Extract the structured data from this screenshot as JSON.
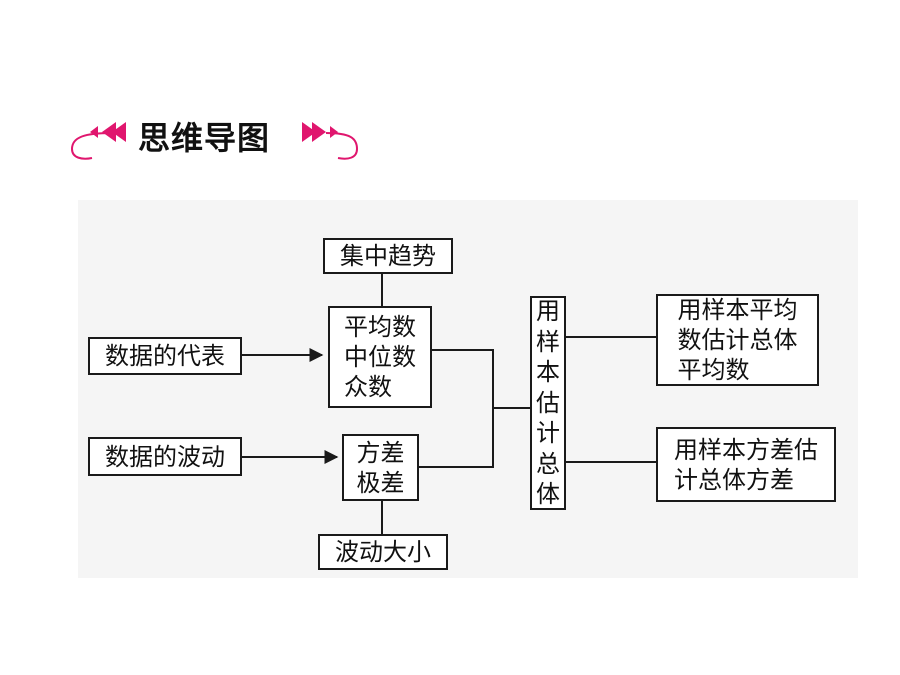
{
  "header": {
    "title": "思维导图",
    "accent_color": "#e0166e"
  },
  "diagram": {
    "nodes": {
      "trend": "集中趋势",
      "measures": "平均数\n中位数\n众数",
      "data_rep": "数据的代表",
      "data_fluct": "数据的波动",
      "spread": "方差\n极差",
      "size": "波动大小",
      "estimate": "用\n样\n本\n估\n计\n总\n体",
      "est_mean": "用样本平均\n数估计总体\n平均数",
      "est_var": "用样本方差估\n计总体方差"
    }
  }
}
